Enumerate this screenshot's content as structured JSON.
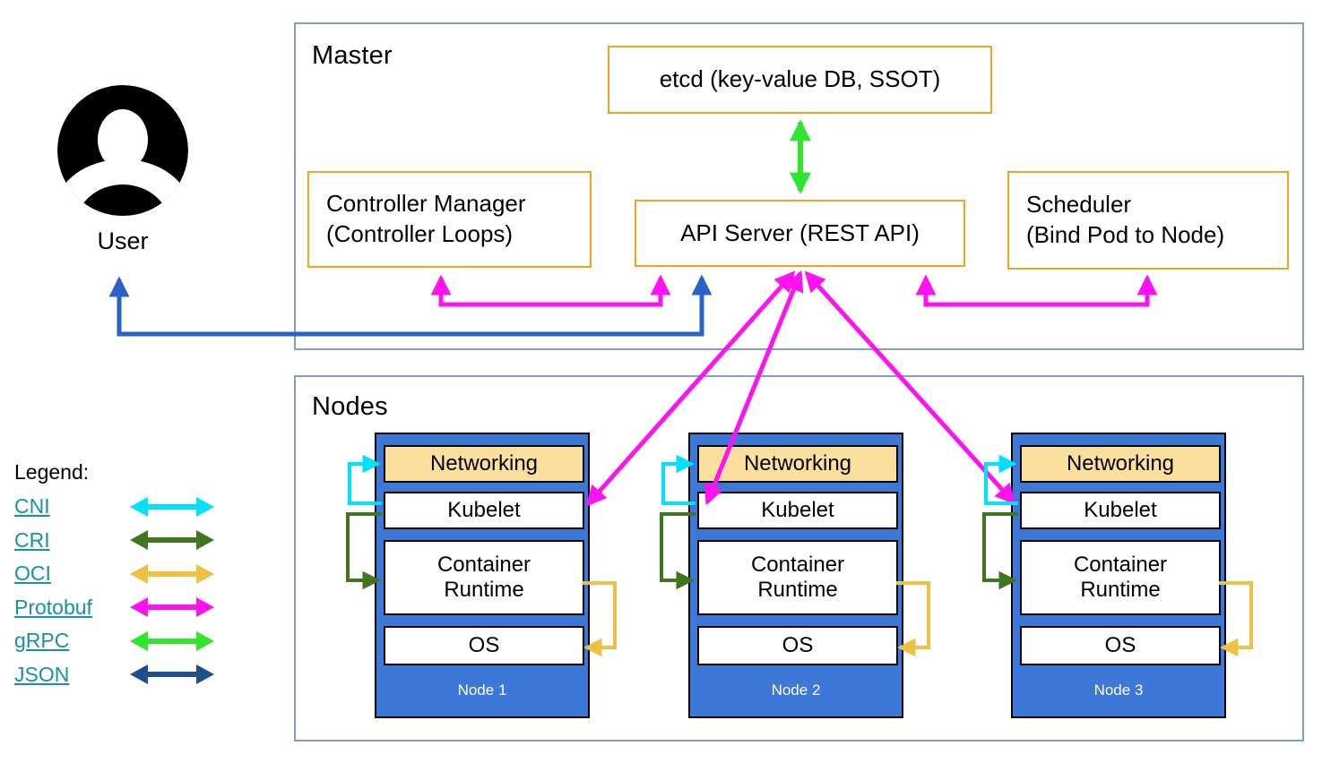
{
  "master": {
    "title": "Master",
    "etcd_label": "etcd (key-value DB, SSOT)",
    "controller_manager": {
      "line1": "Controller Manager",
      "line2": "(Controller Loops)"
    },
    "api_server_label": "API Server (REST API)",
    "scheduler": {
      "line1": "Scheduler",
      "line2": "(Bind Pod to Node)"
    }
  },
  "user": {
    "label": "User"
  },
  "nodes_section": {
    "title": "Nodes",
    "layers": {
      "networking": "Networking",
      "kubelet": "Kubelet",
      "container_runtime": "Container Runtime",
      "os": "OS"
    },
    "nodes": [
      {
        "label": "Node 1"
      },
      {
        "label": "Node 2"
      },
      {
        "label": "Node 3"
      }
    ]
  },
  "legend": {
    "title": "Legend:",
    "items": [
      {
        "label": "CNI",
        "color": "#00e0ff"
      },
      {
        "label": "CRI",
        "color": "#41751f"
      },
      {
        "label": "OCI",
        "color": "#eec043"
      },
      {
        "label": "Protobuf",
        "color": "#ff12f0"
      },
      {
        "label": "gRPC",
        "color": "#2fe52f"
      },
      {
        "label": "JSON",
        "color": "#1f4e8c"
      }
    ]
  },
  "colors": {
    "section_border": "#7f9ecb",
    "component_border": "#f6a21f",
    "node_fill": "#3c78d8",
    "networking_fill": "#fbdf9d",
    "legend_link": "#1791a8",
    "user_arrow": "#2a62c8"
  }
}
